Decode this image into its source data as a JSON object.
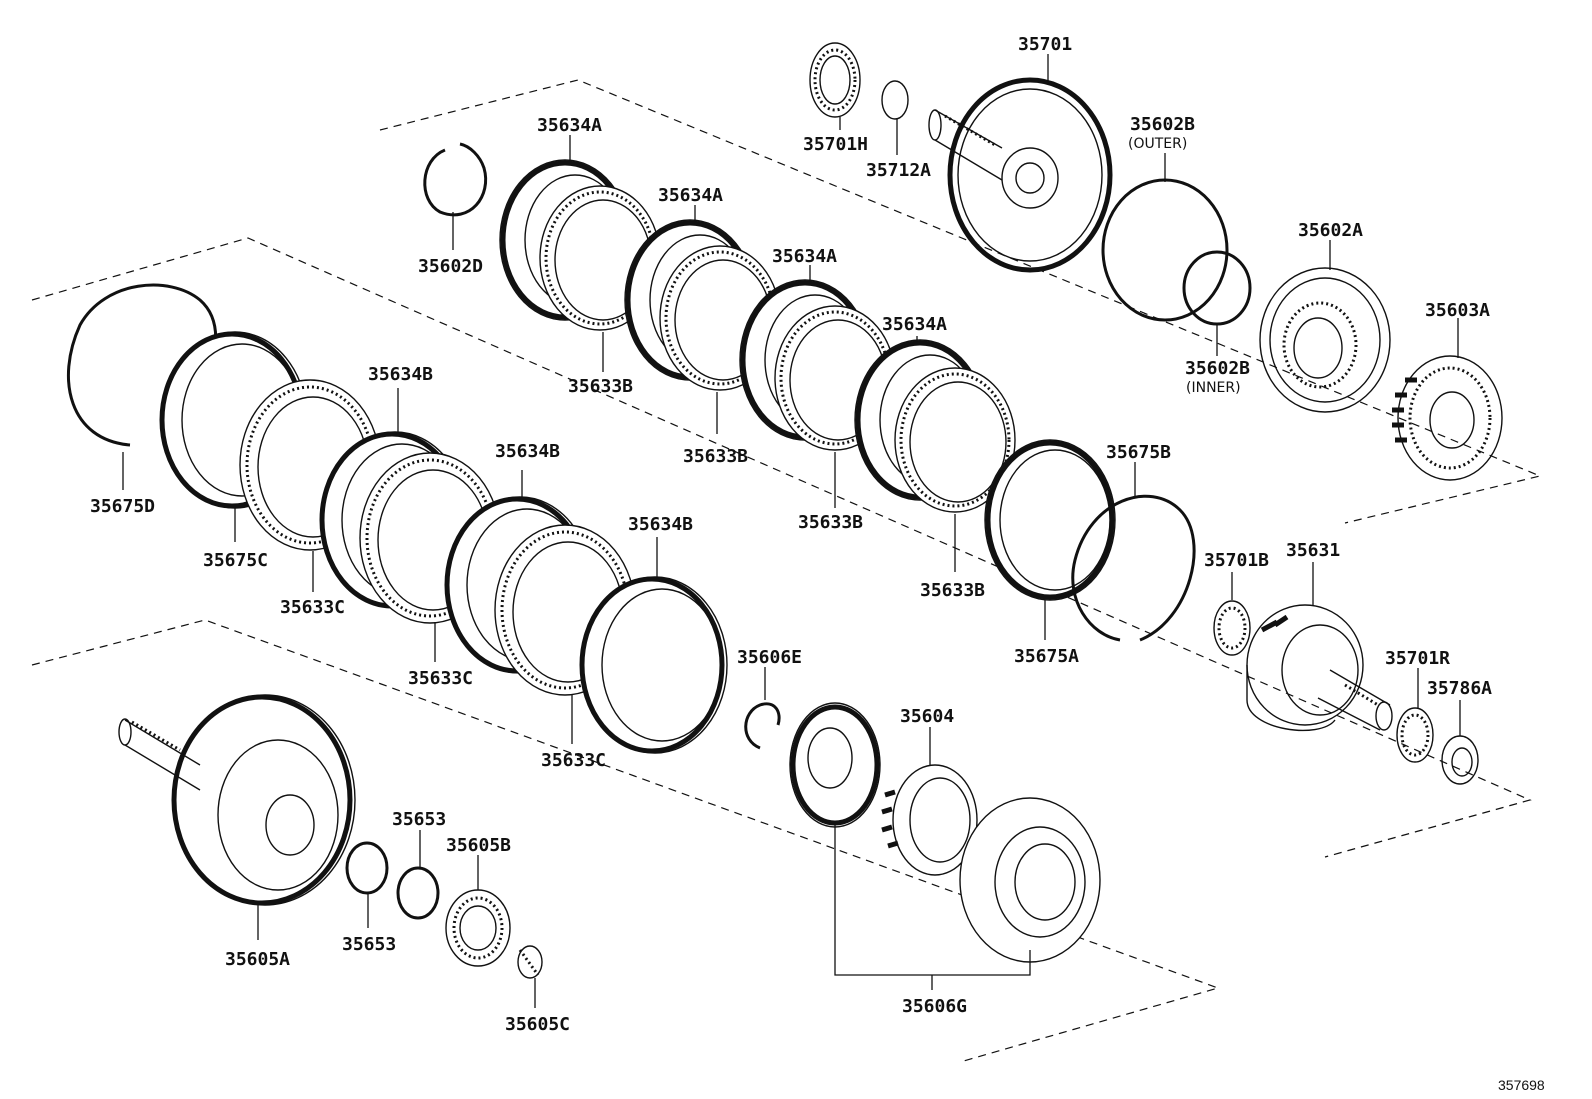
{
  "diagram_id": "357698",
  "labels": {
    "p35701": "35701",
    "p35701H": "35701H",
    "p35712A": "35712A",
    "p35602B_outer": "35602B",
    "outer": "(OUTER)",
    "p35602B_inner": "35602B",
    "inner": "(INNER)",
    "p35602A": "35602A",
    "p35603A": "35603A",
    "p35602D": "35602D",
    "p35634A_1": "35634A",
    "p35634A_2": "35634A",
    "p35634A_3": "35634A",
    "p35634A_4": "35634A",
    "p35633B_1": "35633B",
    "p35633B_2": "35633B",
    "p35633B_3": "35633B",
    "p35633B_4": "35633B",
    "p35675B": "35675B",
    "p35675A": "35675A",
    "p35675D": "35675D",
    "p35675C": "35675C",
    "p35634B_1": "35634B",
    "p35634B_2": "35634B",
    "p35634B_3": "35634B",
    "p35633C_1": "35633C",
    "p35633C_2": "35633C",
    "p35633C_3": "35633C",
    "p35701B": "35701B",
    "p35631": "35631",
    "p35701R": "35701R",
    "p35786A": "35786A",
    "p35606E": "35606E",
    "p35604": "35604",
    "p35606G": "35606G",
    "p35653_1": "35653",
    "p35653_2": "35653",
    "p35605B": "35605B",
    "p35605A": "35605A",
    "p35605C": "35605C"
  }
}
